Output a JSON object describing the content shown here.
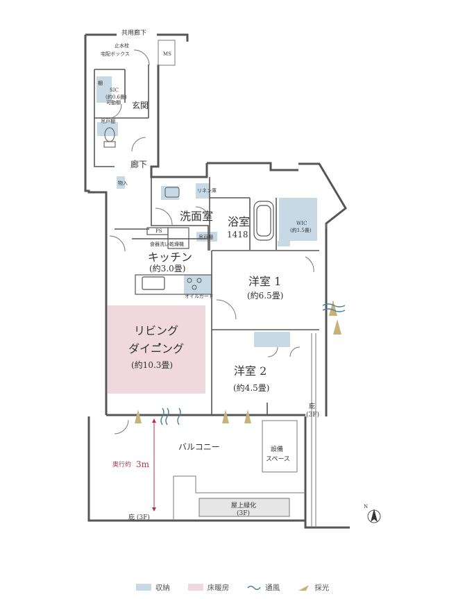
{
  "labels": {
    "common_corridor": "共用廊下",
    "ms": "MS",
    "delivery_box": "宅配ボックス",
    "meter_box": "止水栓",
    "sic": "SIC",
    "sic_size": "(約0.6畳)",
    "sic_sub": "可動棚",
    "shelf": "棚",
    "entrance": "玄関",
    "shoe_shelf": "吊戸棚",
    "corridor": "廊下",
    "storage_small": "物入",
    "washroom": "洗面室",
    "linen": "リネン庫",
    "bath": "浴室",
    "bath_size": "1418",
    "wic": "WIC",
    "wic_size": "(約1.5畳)",
    "ps": "PS",
    "kitchen_wall_shelf": "吊戸棚",
    "kitchen_appliances": "食器洗い乾燥機",
    "kitchen": "キッチン",
    "kitchen_size": "(約3.0畳)",
    "oil_guard": "オイルガード",
    "western1": "洋室 1",
    "western1_size": "(約6.5畳)",
    "living_line1": "リビング",
    "living_line2": "・",
    "living_line3": "ダイニング",
    "living_size": "(約10.3畳)",
    "western2": "洋室 2",
    "western2_size": "(約4.5畳)",
    "eaves_right": "庇",
    "eaves_right_floor": "(3F)",
    "balcony": "バルコニー",
    "equipment_line1": "設備",
    "equipment_line2": "スペース",
    "depth_label": "奥行約",
    "depth_value": "3m",
    "eaves_bottom": "庇 (3F)",
    "rooftop_green": "屋上緑化",
    "rooftop_floor": "(3F)",
    "north": "N"
  },
  "legend": [
    {
      "key": "storage",
      "label": "収納"
    },
    {
      "key": "floorheat",
      "label": "床暖房"
    },
    {
      "key": "wind",
      "label": "通風"
    },
    {
      "key": "light",
      "label": "採光"
    }
  ],
  "colors": {
    "wall": "#555555",
    "storage": "#c7d9e5",
    "floor_heating": "#efd8de",
    "light_arrow": "#c8b27a",
    "wind_arrow": "#4a7f9c",
    "depth_marker": "#b2334a"
  }
}
